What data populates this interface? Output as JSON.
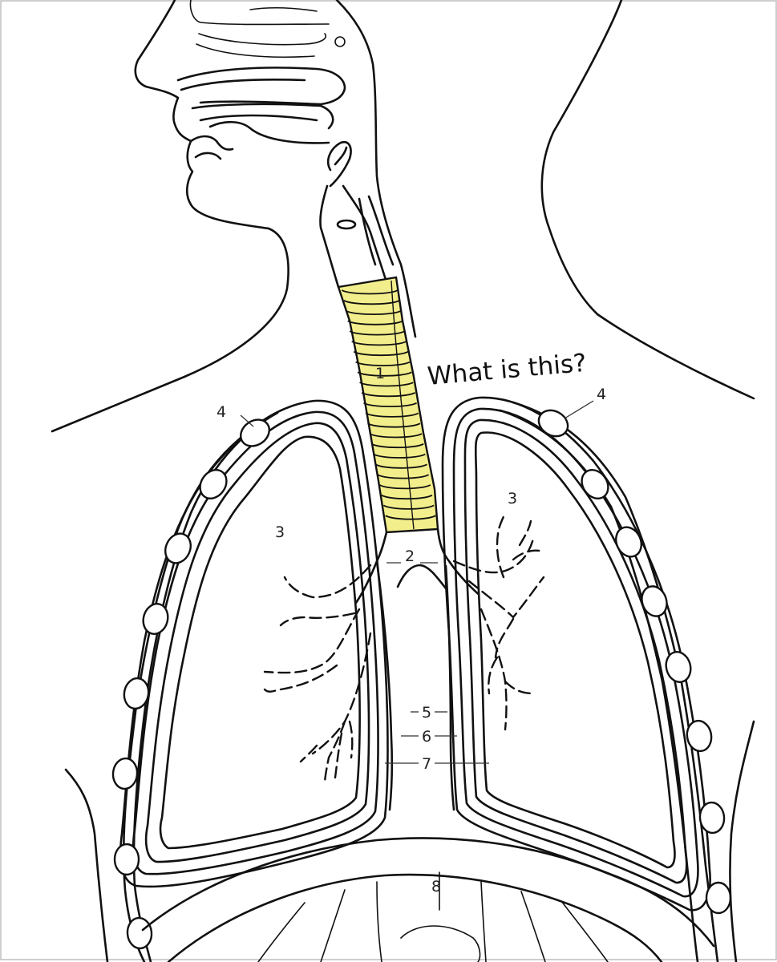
{
  "diagram": {
    "question": "What is this?",
    "highlight_color": "#f3ee8c",
    "labels": {
      "l1": "1",
      "l2": "2",
      "l3_left": "3",
      "l3_right": "3",
      "l4_left": "4",
      "l4_right": "4",
      "l5": "5",
      "l6": "6",
      "l7": "7",
      "l8": "8"
    }
  }
}
